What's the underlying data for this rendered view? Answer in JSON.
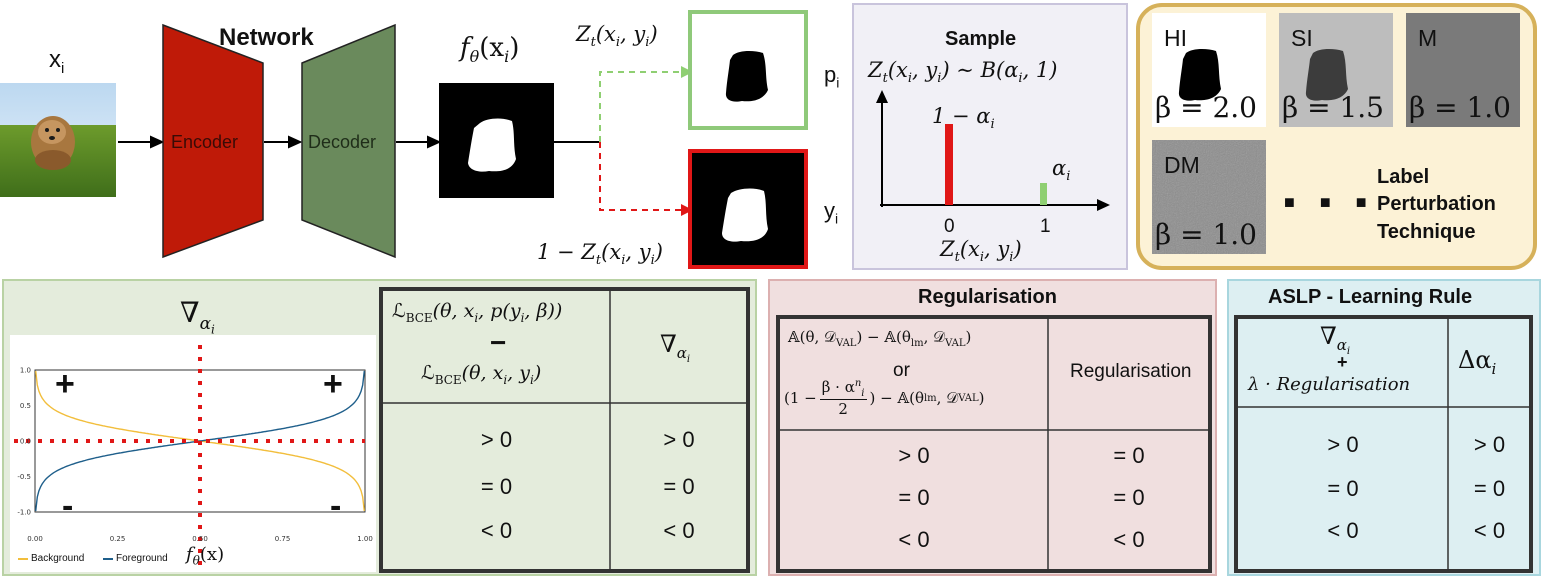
{
  "top": {
    "input_label": "x",
    "input_label_sub": "i",
    "network_title": "Network",
    "encoder_label": "Encoder",
    "decoder_label": "Decoder",
    "f_label": "f",
    "f_sub": "θ",
    "f_arg": "(x",
    "f_arg_sub": "i",
    "f_close": ")",
    "z_top": "Z",
    "z_top_sub": "t",
    "z_top_args": "(x",
    "z_top_args2": ", y",
    "z_top_args3": ")",
    "z_bot_prefix": "1 − Z",
    "z_bot_sub": "t",
    "z_bot_args": "(x",
    "z_bot_args2": ", y",
    "z_bot_args3": ")",
    "p_label": "p",
    "p_sub": "i",
    "y_label": "y",
    "y_sub": "i",
    "colors": {
      "encoder": "#bf1a08",
      "decoder": "#6a8a5c",
      "green_box": "#8fc97a",
      "red_box": "#e01717",
      "green_arrow": "#8fcf72",
      "red_arrow": "#e01717"
    }
  },
  "sample": {
    "title": "Sample",
    "formula_z": "Z",
    "formula_sub": "t",
    "formula_rest": "(x",
    "formula_rest2": ", y",
    "formula_rest3": ") ∼ B(α",
    "formula_rest4": ", 1)",
    "bar_left_label": "1 − α",
    "bar_left_sub": "i",
    "bar_right_label": "α",
    "bar_right_sub": "i",
    "tick_0": "0",
    "tick_1": "1",
    "axis_label": "Z",
    "axis_label_sub": "t",
    "axis_label_rest": "(x",
    "axis_label_rest2": ", y",
    "axis_label_rest3": ")"
  },
  "lpt": {
    "swatches": [
      {
        "code": "HI",
        "beta": "β = 2.0",
        "bg": "#ffffff",
        "blob": "#000000",
        "text": "#000000"
      },
      {
        "code": "SI",
        "beta": "β = 1.5",
        "bg": "#bdbdbd",
        "blob": "#3c3c3c",
        "text": "#000000"
      },
      {
        "code": "M",
        "beta": "β = 1.0",
        "bg": "#7a7a7a",
        "blob": "",
        "text": "#111111"
      },
      {
        "code": "DM",
        "beta": "β = 1.0",
        "bg": "#8c8c8c",
        "blob": "",
        "text": "#000000"
      }
    ],
    "dots": "■ ■ ■",
    "label_line1": "Label",
    "label_line2": "Perturbation",
    "label_line3": "Technique"
  },
  "grad_panel": {
    "title_nabla": "∇",
    "title_sub": "α",
    "title_subsub": "i",
    "plus_left": "+",
    "plus_right": "+",
    "minus_left": "-",
    "minus_right": "-",
    "x_label": "f",
    "x_label_sub": "θ",
    "x_label_rest": "(x)",
    "y_ticks": [
      "1.0",
      "0.5",
      "0.0",
      "-0.5",
      "-1.0"
    ],
    "x_ticks": [
      "0.00",
      "0.25",
      "0.50",
      "0.75",
      "1.00"
    ],
    "legend": [
      {
        "name": "Background",
        "color": "#f2be3c"
      },
      {
        "name": "Foreground",
        "color": "#1f5f8b"
      }
    ],
    "table": {
      "header_loss1": "ℒ",
      "header_loss1_sub": "BCE",
      "header_loss1_rest": "(θ, x",
      "header_loss1_rest2": ", p(y",
      "header_loss1_rest3": ", β))",
      "header_minus": "−",
      "header_loss2": "ℒ",
      "header_loss2_sub": "BCE",
      "header_loss2_rest": "(θ, x",
      "header_loss2_rest2": ", y",
      "header_loss2_rest3": ")",
      "header_grad": "∇",
      "header_grad_sub": "α",
      "header_grad_subsub": "i",
      "rows": [
        [
          "> 0",
          "> 0"
        ],
        [
          "= 0",
          "= 0"
        ],
        [
          "< 0",
          "< 0"
        ]
      ]
    }
  },
  "reg_panel": {
    "title": "Regularisation",
    "formula1": "𝔸(θ, 𝒟",
    "formula1_sub": "VAL",
    "formula1_rest": ") − 𝔸(θ",
    "formula1_sub2": "lm",
    "formula1_rest2": ", 𝒟",
    "formula1_sub3": "VAL",
    "formula1_rest3": ")",
    "or": "or",
    "formula2_a": "(1 −",
    "formula2_num": "β · α",
    "formula2_num_sup": "n",
    "formula2_num_sub": "i",
    "formula2_den": "2",
    "formula2_b": ") − 𝔸(θ",
    "formula2_sub": "lm",
    "formula2_c": ", 𝒟",
    "formula2_sub2": "VAL",
    "formula2_d": ")",
    "header_right": "Regularisation",
    "rows": [
      [
        "> 0",
        "= 0"
      ],
      [
        "= 0",
        "= 0"
      ],
      [
        "< 0",
        "< 0"
      ]
    ]
  },
  "aslp_panel": {
    "title": "ASLP - Learning Rule",
    "header_grad": "∇",
    "header_grad_sub": "α",
    "header_grad_subsub": "i",
    "header_plus": "+",
    "header_lambda": "λ · Regularisation",
    "header_delta": "Δα",
    "header_delta_sub": "i",
    "rows": [
      [
        "> 0",
        "> 0"
      ],
      [
        "= 0",
        "= 0"
      ],
      [
        "< 0",
        "< 0"
      ]
    ]
  }
}
